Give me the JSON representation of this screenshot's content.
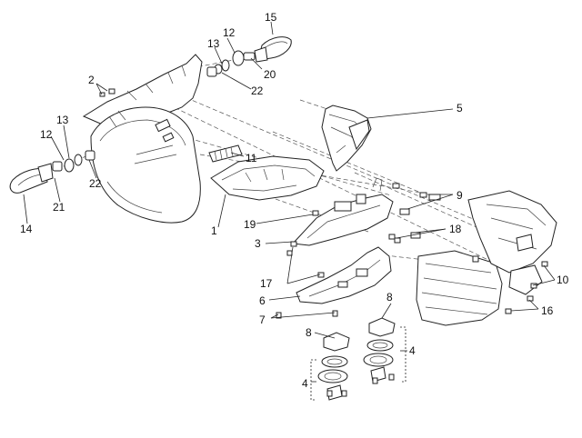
{
  "callouts": {
    "c1": "1",
    "c2": "2",
    "c3": "3",
    "c4a": "4",
    "c4b": "4",
    "c5": "5",
    "c6": "6",
    "c7": "7",
    "c8a": "8",
    "c8b": "8",
    "c9": "9",
    "c10": "10",
    "c11": "11",
    "c12a": "12",
    "c12b": "12",
    "c13a": "13",
    "c13b": "13",
    "c14": "14",
    "c15": "15",
    "c16": "16",
    "c17": "17",
    "c18": "18",
    "c19": "19",
    "c20": "20",
    "c21": "21",
    "c22a": "22",
    "c22b": "22"
  }
}
